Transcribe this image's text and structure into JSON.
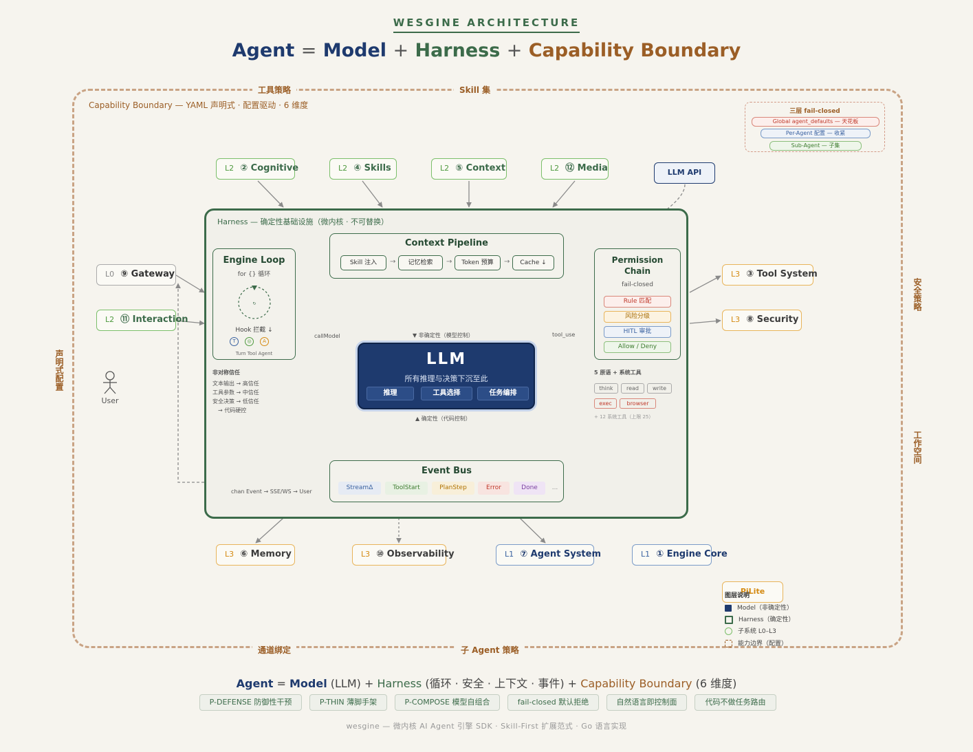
{
  "header": {
    "kicker": "WESGINE ARCHITECTURE",
    "agent": "Agent",
    "eq": "=",
    "model": "Model",
    "plus1": "+",
    "harness": "Harness",
    "plus2": "+",
    "capability": "Capability Boundary"
  },
  "boundary": {
    "title": "Capability Boundary — YAML 声明式 · 配置驱动 · 6 维度",
    "top_left": "工具策略",
    "top_right": "Skill 集",
    "bottom_left": "通道绑定",
    "bottom_right": "子 Agent 策略",
    "left": "声明式配置",
    "right_top": "安全策略",
    "right_bottom": "工作空间"
  },
  "failclosed": {
    "title": "三层 fail-closed",
    "global": "Global agent_defaults — 天花板",
    "per_agent": "Per-Agent 配置 — 收紧",
    "sub_agent": "Sub-Agent — 子集"
  },
  "modules": {
    "cognitive": {
      "level": "L2",
      "label": "② Cognitive"
    },
    "skills": {
      "level": "L2",
      "label": "④ Skills"
    },
    "context": {
      "level": "L2",
      "label": "⑤ Context"
    },
    "media": {
      "level": "L2",
      "label": "⑫ Media"
    },
    "llm_api": "LLM API",
    "gateway": {
      "level": "L0",
      "label": "⑨ Gateway"
    },
    "interaction": {
      "level": "L2",
      "label": "⑪ Interaction"
    },
    "tool_system": {
      "level": "L3",
      "label": "③ Tool System"
    },
    "security": {
      "level": "L3",
      "label": "⑧ Security"
    },
    "memory": {
      "level": "L3",
      "label": "⑥ Memory"
    },
    "observability": {
      "level": "L3",
      "label": "⑩ Observability"
    },
    "agent_system": {
      "level": "L1",
      "label": "⑦ Agent System"
    },
    "engine_core": {
      "level": "L1",
      "label": "① Engine Core"
    },
    "pilite": "PiLite"
  },
  "user": {
    "label": "User"
  },
  "harness": {
    "title": "Harness — 确定性基础设施（微内核 · 不可替换）"
  },
  "engine_loop": {
    "title": "Engine Loop",
    "subtitle": "for {} 循环",
    "hook": "Hook 拦截 ↓",
    "markers": [
      "T",
      "◎",
      "A"
    ],
    "footer": "Turn Tool Agent"
  },
  "trust_note": {
    "title": "非对称信任",
    "lines": [
      "文本输出 → 高信任",
      "工具参数 → 中信任",
      "安全决策 → 低信任",
      "→ 代码硬控"
    ]
  },
  "context_pipeline": {
    "title": "Context Pipeline",
    "steps": [
      "Skill 注入",
      "记忆检索",
      "Token 预算",
      "Cache ↓"
    ],
    "arrow": "→"
  },
  "llm": {
    "title": "LLM",
    "subtitle": "所有推理与决策下沉至此",
    "buttons": [
      "推理",
      "工具选择",
      "任务编排"
    ]
  },
  "flow_labels": {
    "nondeterministic": "▼ 非确定性（模型控制）",
    "deterministic": "▲ 确定性（代码控制）",
    "call_model": "callModel",
    "tool_use": "tool_use",
    "chan_event": "chan Event → SSE/WS → User"
  },
  "permission": {
    "title_line1": "Permission",
    "title_line2": "Chain",
    "subtitle": "fail-closed",
    "rules": [
      "Rule 匹配",
      "风险分级",
      "HITL 审批",
      "Allow / Deny"
    ]
  },
  "tools": {
    "title": "5 原语 + 系统工具",
    "items": [
      "think",
      "read",
      "write",
      "exec",
      "browser"
    ],
    "note": "+ 12 系统工具（上限 25）"
  },
  "event_bus": {
    "title": "Event Bus",
    "events": [
      "StreamΔ",
      "ToolStart",
      "PlanStep",
      "Error",
      "Done",
      "..."
    ]
  },
  "legend": {
    "title": "图层说明",
    "items": [
      "Model（非确定性）",
      "Harness（确定性）",
      "子系统 L0–L3",
      "能力边界（配置）"
    ]
  },
  "summary": {
    "agent": "Agent",
    "eq": " = ",
    "model": "Model",
    "model_note": " (LLM) + ",
    "harness": "Harness",
    "harness_note": " (循环 · 安全 · 上下文 · 事件) + ",
    "capability": "Capability Boundary",
    "capability_note": " (6 维度)"
  },
  "principles": [
    "P-DEFENSE 防御性干预",
    "P-THIN 薄脚手架",
    "P-COMPOSE 模型自组合",
    "fail-closed 默认拒绝",
    "自然语言即控制面",
    "代码不做任务路由"
  ],
  "footer": "wesgine — 微内核 AI Agent 引擎 SDK · Skill-First 扩展范式 · Go 语言实现",
  "colors": {
    "model": "#1e3a6e",
    "harness": "#3c6b4a",
    "capability": "#9b5e26",
    "background": "#f6f4ee"
  }
}
